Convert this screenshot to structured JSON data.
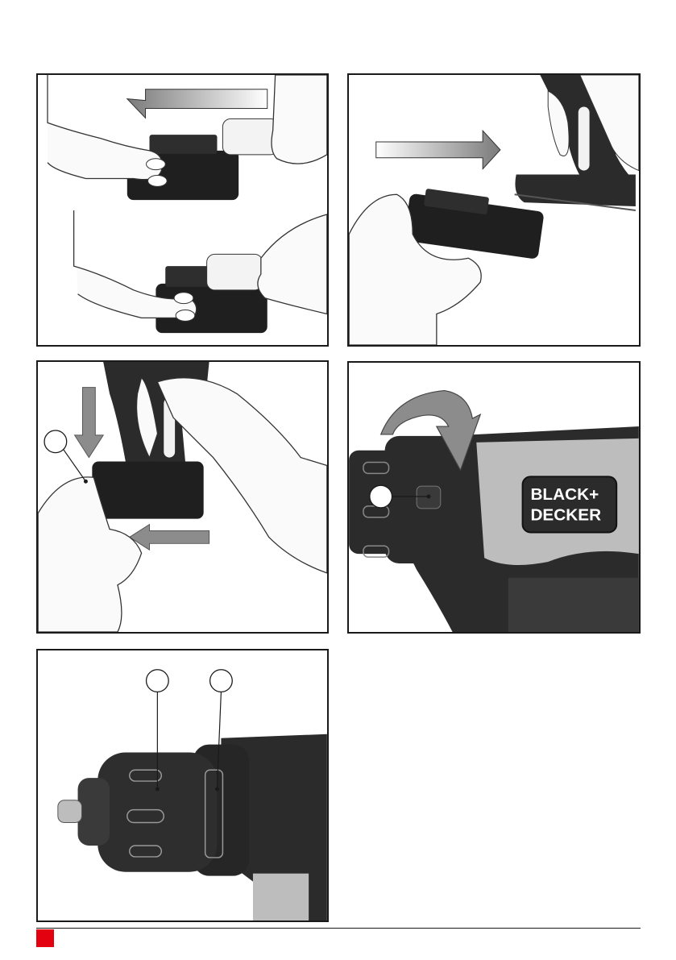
{
  "figures": [
    {
      "id": "fig-a",
      "callouts": []
    },
    {
      "id": "fig-b",
      "callouts": []
    },
    {
      "id": "fig-c",
      "callouts": [
        {
          "number": ""
        }
      ]
    },
    {
      "id": "fig-d",
      "callouts": [
        {
          "number": ""
        }
      ]
    },
    {
      "id": "fig-e",
      "callouts": [
        {
          "number": ""
        },
        {
          "number": ""
        }
      ]
    }
  ],
  "brand": {
    "line1": "BLACK+",
    "line2": "DECKER"
  },
  "colors": {
    "accent": "#e3000f",
    "tool_body": "#2b2b2b",
    "tool_light": "#bdbdbd",
    "arrow_gray": "#8c8c8c"
  },
  "icons": {
    "insert_arrow": "arrow-right-icon",
    "remove_arrow": "arrow-left-icon",
    "down_arrow": "arrow-down-icon",
    "rotate_arrow": "rotate-arrow-icon"
  }
}
